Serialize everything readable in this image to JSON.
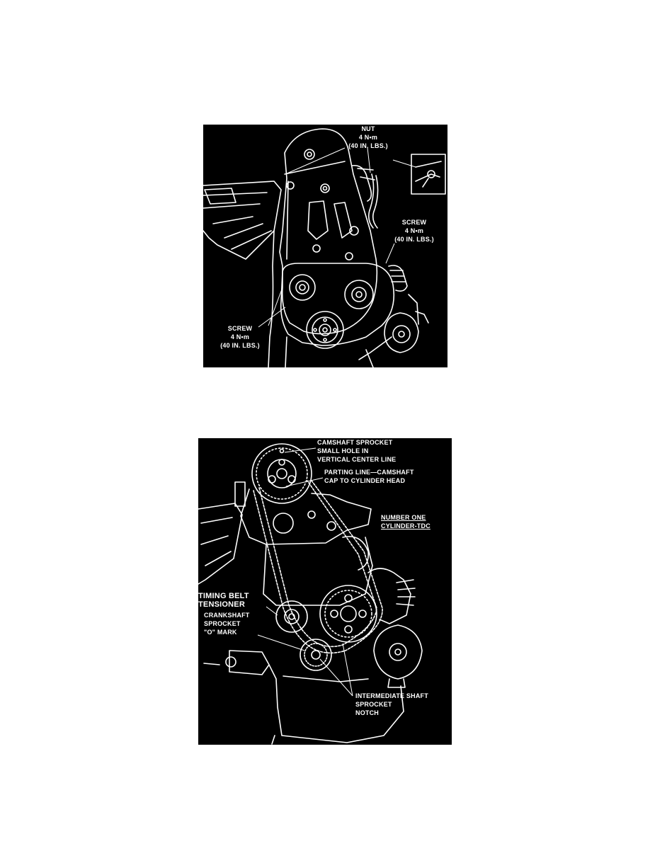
{
  "figure1": {
    "labels": {
      "nut": [
        "NUT",
        "4 N•m",
        "(40 IN. LBS.)"
      ],
      "screw_right": [
        "SCREW",
        "4 N•m",
        "(40 IN. LBS.)"
      ],
      "screw_left": [
        "SCREW",
        "4 N•m",
        "(40 IN. LBS.)"
      ]
    }
  },
  "figure2": {
    "labels": {
      "camshaft_sprocket": [
        "CAMSHAFT SPROCKET",
        "SMALL HOLE IN",
        "VERTICAL CENTER LINE"
      ],
      "parting_line": [
        "PARTING LINE—CAMSHAFT",
        "CAP TO CYLINDER HEAD"
      ],
      "number_one": [
        "NUMBER ONE",
        "CYLINDER-TDC"
      ],
      "timing_belt": [
        "TIMING BELT",
        "TENSIONER"
      ],
      "crankshaft": [
        "CRANKSHAFT",
        "SPROCKET",
        "\"O\" MARK"
      ],
      "intermediate": [
        "INTERMEDIATE SHAFT",
        "SPROCKET",
        "NOTCH"
      ]
    }
  }
}
